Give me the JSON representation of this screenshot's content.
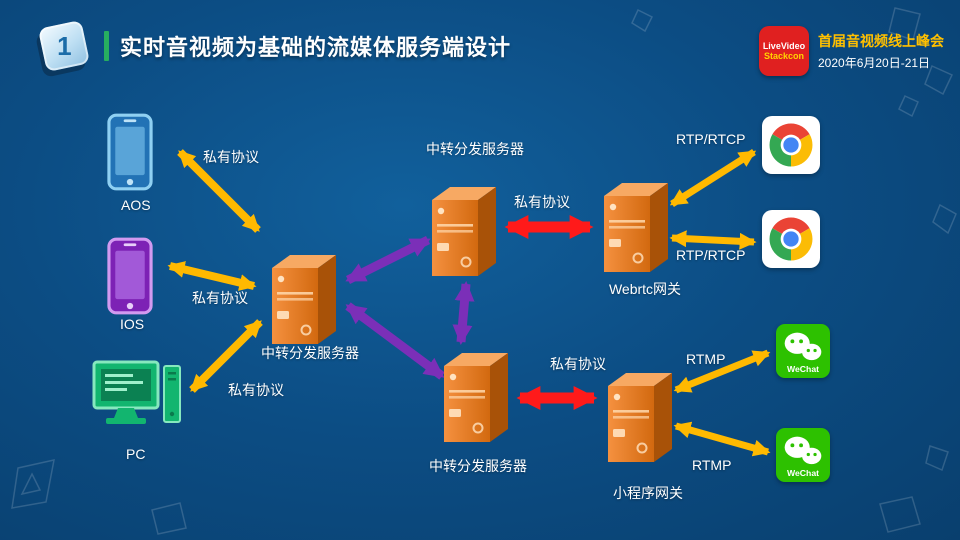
{
  "slide": {
    "number": "1",
    "title": "实时音视频为基础的流媒体服务端设计"
  },
  "logo": {
    "badge_line1": "LiveVideo",
    "badge_line2": "Stackcon",
    "event": "首届音视频线上峰会",
    "date": "2020年6月20日-21日"
  },
  "devices": {
    "aos": "AOS",
    "ios": "IOS",
    "pc": "PC"
  },
  "servers": {
    "relay_top": "中转分发服务器",
    "relay_center": "中转分发服务器",
    "relay_bottom": "中转分发服务器",
    "webrtc_gateway": "Webrtc网关",
    "miniprogram_gateway": "小程序网关"
  },
  "links": {
    "aos": "私有协议",
    "ios": "私有协议",
    "pc": "私有协议",
    "webrtc": "私有协议",
    "mini": "私有协议",
    "rtp_top": "RTP/RTCP",
    "rtp_bottom": "RTP/RTCP",
    "rtmp_top": "RTMP",
    "rtmp_bottom": "RTMP"
  },
  "clients": {
    "wechat_label": "WeChat"
  },
  "colors": {
    "background": "#0B4C82",
    "arrow_yellow": "#FFB900",
    "arrow_purple": "#7B2FB8",
    "arrow_red": "#FF1A1A",
    "server_orange": "#ED7D31",
    "accent_green": "#27AE60"
  }
}
